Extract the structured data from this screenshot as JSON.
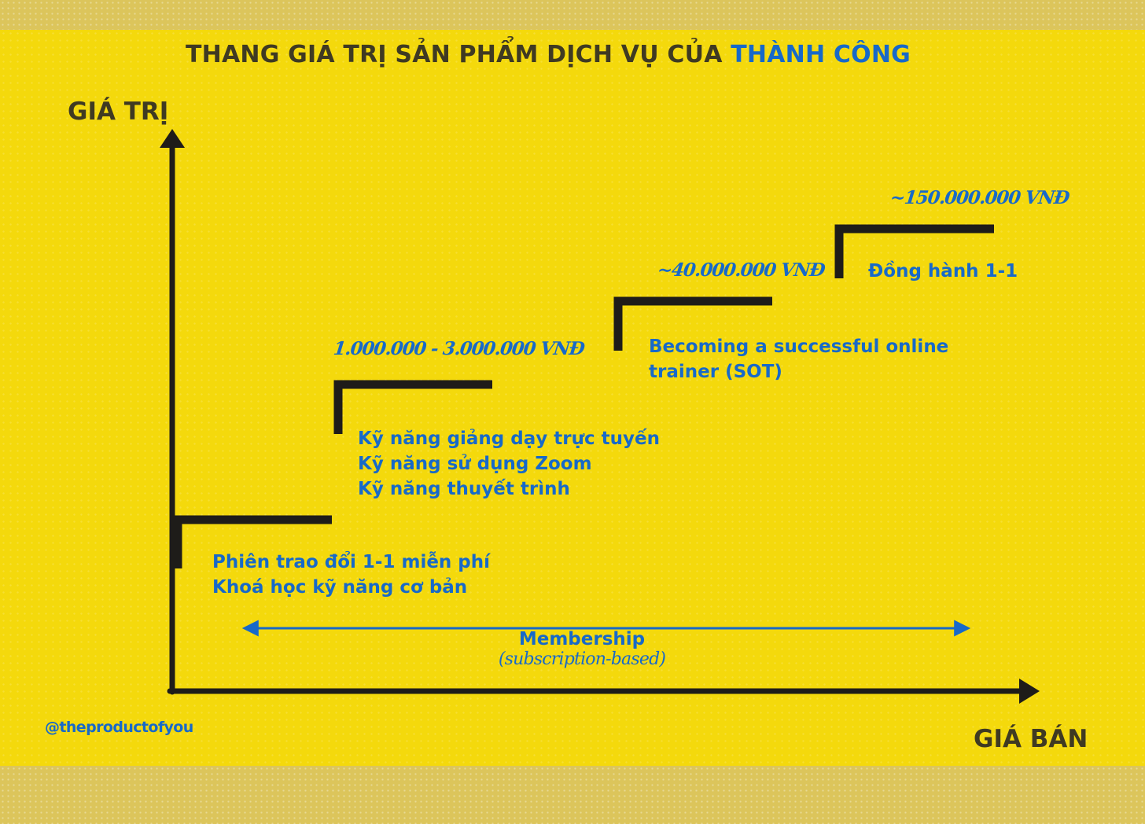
{
  "title": {
    "prefix": "THANG GIÁ TRỊ SẢN PHẨM DỊCH VỤ CỦA ",
    "highlight": "THÀNH CÔNG"
  },
  "axes": {
    "y_label": "GIÁ TRỊ",
    "x_label": "GIÁ BÁN"
  },
  "steps": [
    {
      "price": "",
      "lines": [
        "Phiên trao đổi 1-1 miễn phí",
        "Khoá học kỹ năng cơ bản"
      ]
    },
    {
      "price": "1.000.000 - 3.000.000 VNĐ",
      "lines": [
        "Kỹ năng giảng dạy trực tuyến",
        "Kỹ năng sử dụng Zoom",
        "Kỹ năng thuyết trình"
      ]
    },
    {
      "price": "~40.000.000 VNĐ",
      "lines": [
        "Becoming a successful online",
        "trainer (SOT)"
      ]
    },
    {
      "price": "~150.000.000 VNĐ",
      "lines": [
        "Đồng hành 1-1"
      ]
    }
  ],
  "membership": {
    "label": "Membership",
    "note": "(subscription-based)"
  },
  "handle": "@theproductofyou",
  "colors": {
    "background": "#f4d90c",
    "border": "#dcc55b",
    "accent": "#1769c9",
    "ink": "#1e1c19",
    "title": "#3f3a22"
  }
}
